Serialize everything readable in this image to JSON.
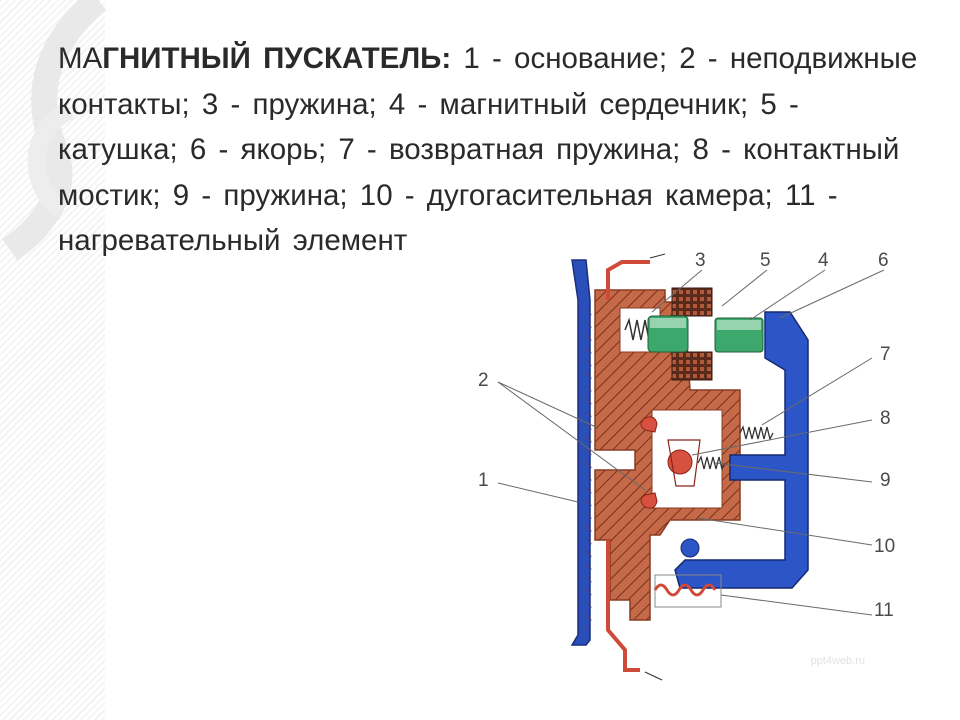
{
  "caption": {
    "prefix": "МА",
    "title": "ГНИТНЫЙ ПУСКАТЕЛЬ:",
    "text": " 1 - основание; 2 - неподвижные контакты; 3 - пружина; 4 - магнитный сердечник; 5 - катушка; 6 - якорь; 7 - возвратная пружина; 8 - контактный мостик; 9 - пружина; 10 - дугогасительная камера; 11 - нагревательный элемент"
  },
  "diagram": {
    "labels": {
      "l1": "1",
      "l2": "2",
      "l3": "3",
      "l4": "4",
      "l5": "5",
      "l6": "6",
      "l7": "7",
      "l8": "8",
      "l9": "9",
      "l10": "10",
      "l11": "11"
    }
  },
  "watermark": "ppt4web.ru",
  "colors": {
    "base_blue": "#2b4fb8",
    "housing_brown": "#b85a3a",
    "contact_red": "#d85040",
    "armature_blue": "#2c55c8",
    "core_green": "#3da86b",
    "coil_dark": "#5a2a1c"
  }
}
